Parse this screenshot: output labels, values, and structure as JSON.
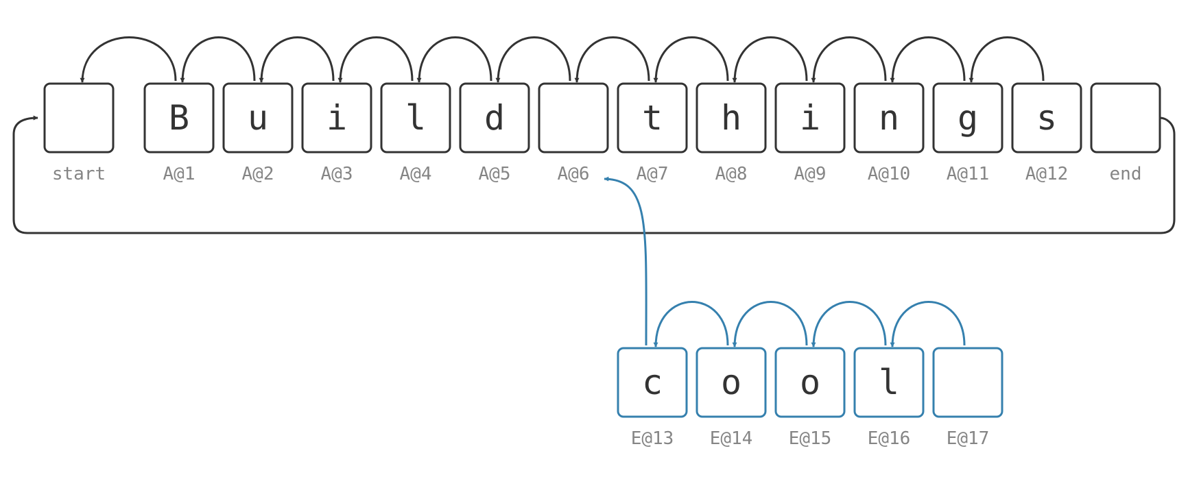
{
  "colors": {
    "main": "#333333",
    "branch": "#3580ae",
    "label": "#858585"
  },
  "main_sequence": [
    {
      "char": "",
      "id": "start"
    },
    {
      "char": "B",
      "id": "A@1"
    },
    {
      "char": "u",
      "id": "A@2"
    },
    {
      "char": "i",
      "id": "A@3"
    },
    {
      "char": "l",
      "id": "A@4"
    },
    {
      "char": "d",
      "id": "A@5"
    },
    {
      "char": "",
      "id": "A@6"
    },
    {
      "char": "t",
      "id": "A@7"
    },
    {
      "char": "h",
      "id": "A@8"
    },
    {
      "char": "i",
      "id": "A@9"
    },
    {
      "char": "n",
      "id": "A@10"
    },
    {
      "char": "g",
      "id": "A@11"
    },
    {
      "char": "s",
      "id": "A@12"
    },
    {
      "char": "",
      "id": "end"
    }
  ],
  "branch_sequence": [
    {
      "char": "c",
      "id": "E@13"
    },
    {
      "char": "o",
      "id": "E@14"
    },
    {
      "char": "o",
      "id": "E@15"
    },
    {
      "char": "l",
      "id": "E@16"
    },
    {
      "char": "",
      "id": "E@17"
    }
  ]
}
